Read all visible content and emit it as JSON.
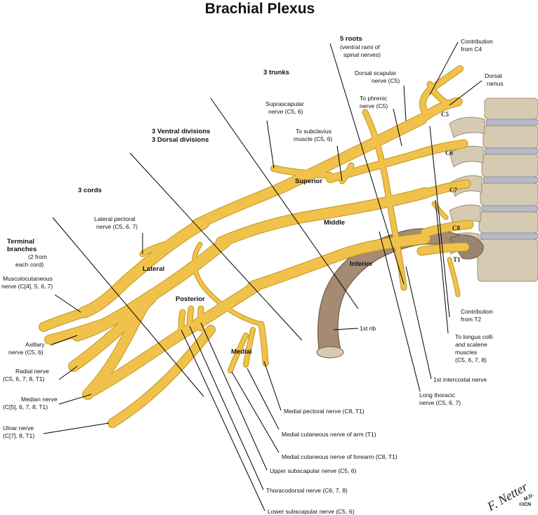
{
  "title": "Brachial Plexus",
  "labels": {
    "roots_title": "5 roots",
    "roots_sub1": "(ventral rami of",
    "roots_sub2": "spinal nerves)",
    "trunks": "3 trunks",
    "divisions_1": "3 Ventral divisions",
    "divisions_2": "3 Dorsal divisions",
    "cords": "3 cords",
    "terminal_1": "Terminal",
    "terminal_2": "branches",
    "terminal_3": "(2 from",
    "terminal_4": "each cord)",
    "contrib_c4_1": "Contribution",
    "contrib_c4_2": "from C4",
    "dorsal_ramus_1": "Dorsal",
    "dorsal_ramus_2": "ramus",
    "dorsal_scapular_1": "Dorsal scapular",
    "dorsal_scapular_2": "nerve (C5)",
    "phrenic_1": "To phrenic",
    "phrenic_2": "nerve (C5)",
    "suprascapular_1": "Suprascapular",
    "suprascapular_2": "nerve (C5, 6)",
    "subclavius_1": "To subclavius",
    "subclavius_2": "muscle (C5, 6)",
    "lateral_pectoral_1": "Lateral pectoral",
    "lateral_pectoral_2": "nerve (C5, 6, 7)",
    "musculocutaneous_1": "Musculocutaneous",
    "musculocutaneous_2": "nerve (C[4], 5, 6, 7)",
    "axillary_1": "Axillary",
    "axillary_2": "nerve (C5, 6)",
    "radial_1": "Radial nerve",
    "radial_2": "(C5, 6, 7, 8, T1)",
    "median_1": "Median nerve",
    "median_2": "(C[5], 6, 7, 8, T1)",
    "ulnar_1": "Ulnar nerve",
    "ulnar_2": "(C[7], 8, T1)",
    "superior": "Superior",
    "middle": "Middle",
    "inferior": "Inferior",
    "lateral": "Lateral",
    "posterior": "Posterior",
    "medial": "Medial",
    "first_rib": "1st rib",
    "c5": "C5",
    "c6": "C6",
    "c7": "C7",
    "c8": "C8",
    "t1": "T1",
    "contrib_t2_1": "Contribution",
    "contrib_t2_2": "from T2",
    "longus_1": "To longus colli",
    "longus_2": "and scalene",
    "longus_3": "muscles",
    "longus_4": "(C5, 6, 7, 8)",
    "intercostal": "1st intercostal nerve",
    "long_thoracic_1": "Long thoracic",
    "long_thoracic_2": "nerve (C5, 6, 7)",
    "medial_pectoral": "Medial pectoral nerve (C8, T1)",
    "medial_cut_arm": "Medial cutaneous nerve of arm (T1)",
    "medial_cut_forearm": "Medial cutaneous nerve of forearm (C8, T1)",
    "upper_subscapular": "Upper subscapular nerve (C5, 6)",
    "thoracodorsal": "Thoracodorsal nerve (C6, 7, 8)",
    "lower_subscapular": "Lower subscapular nerve (C5, 6)",
    "signature": "F. Netter",
    "signature_md": "M.D.",
    "signature_copy": "©ICN"
  },
  "colors": {
    "nerve": "#e8b73a",
    "nerve_outline": "#c4951a",
    "rib": "#a58a74",
    "vertebra": "#d6cbb2",
    "disc": "#b6b9c9"
  }
}
